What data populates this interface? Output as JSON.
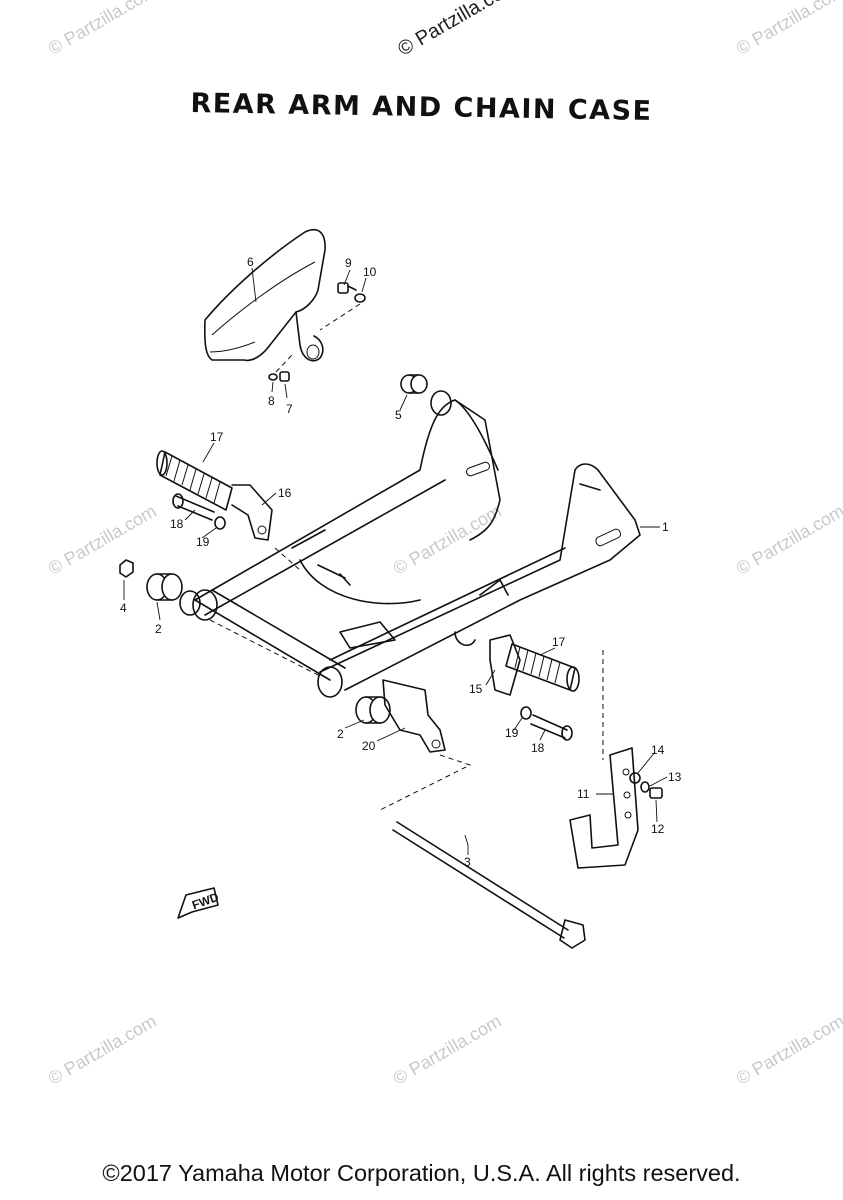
{
  "title": "REAR ARM AND CHAIN CASE",
  "copyright": "©2017 Yamaha Motor Corporation, U.S.A. All rights reserved.",
  "watermark": "© Partzilla.com",
  "watermark_top": "© Partzilla.com",
  "fwd_label": "FWD",
  "callouts": {
    "c1": "1",
    "c2a": "2",
    "c2b": "2",
    "c3": "3",
    "c4": "4",
    "c5": "5",
    "c6": "6",
    "c7": "7",
    "c8": "8",
    "c9": "9",
    "c10": "10",
    "c11": "11",
    "c12": "12",
    "c13": "13",
    "c14": "14",
    "c15": "15",
    "c16": "16",
    "c17a": "17",
    "c17b": "17",
    "c18a": "18",
    "c18b": "18",
    "c19a": "19",
    "c19b": "19",
    "c20": "20"
  }
}
